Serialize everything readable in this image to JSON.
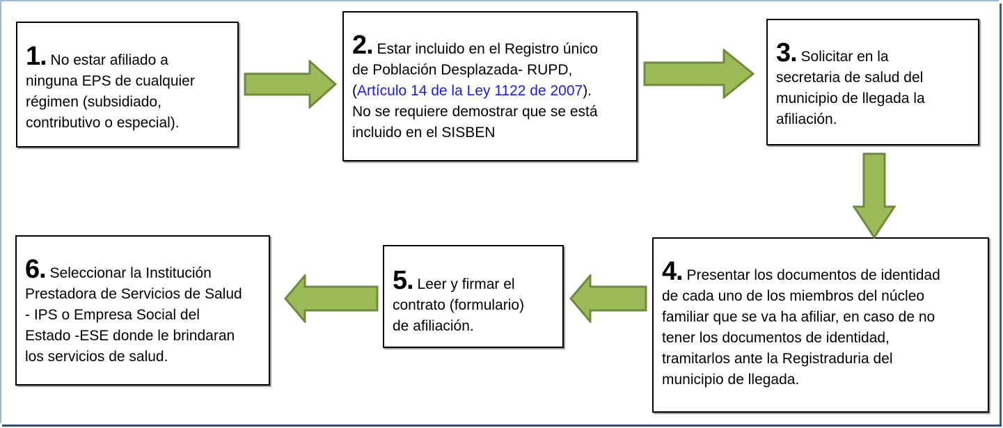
{
  "diagram": {
    "type": "process-flow",
    "colors": {
      "arrow_fill": "#9bbb59",
      "arrow_stroke": "#71893f",
      "box_border": "#000000",
      "link_text": "#1a1ae6",
      "frame_light": "#9fb8d8",
      "frame_dark": "#2f4f76"
    },
    "steps": [
      {
        "number": "1.",
        "lines": [
          "No estar afiliado a",
          "ninguna EPS de cualquier",
          "régimen (subsidiado,",
          "contributivo o especial)."
        ]
      },
      {
        "number": "2.",
        "lines": [
          "Estar incluido en el Registro único",
          "de Población Desplazada- RUPD,"
        ],
        "link_prefix": "(",
        "link_text": "Artículo 14 de la Ley 1122 de 2007",
        "link_suffix": ").",
        "lines_after": [
          "No se requiere demostrar que se está",
          "incluido en el SISBEN"
        ]
      },
      {
        "number": "3.",
        "lines": [
          "Solicitar en la",
          "secretaria de salud del",
          "municipio de llegada la",
          "afiliación."
        ]
      },
      {
        "number": "4.",
        "lines": [
          "Presentar los documentos de identidad",
          "de cada uno de los miembros del núcleo",
          "familiar que se va ha afiliar, en caso de no",
          "tener los documentos de identidad,",
          "tramitarlos ante la Registraduria del",
          "municipio de llegada."
        ]
      },
      {
        "number": "5.",
        "lines": [
          "Leer y firmar el",
          "contrato (formulario)",
          "de afiliación."
        ]
      },
      {
        "number": "6.",
        "lines": [
          "Seleccionar la Institución",
          "Prestadora de Servicios de Salud",
          "- IPS o Empresa Social del",
          "Estado -ESE donde le brindaran",
          "los servicios de salud."
        ]
      }
    ],
    "arrows": [
      {
        "from": "1",
        "to": "2",
        "direction": "right"
      },
      {
        "from": "2",
        "to": "3",
        "direction": "right"
      },
      {
        "from": "3",
        "to": "4",
        "direction": "down"
      },
      {
        "from": "4",
        "to": "5",
        "direction": "left"
      },
      {
        "from": "5",
        "to": "6",
        "direction": "left"
      }
    ]
  }
}
